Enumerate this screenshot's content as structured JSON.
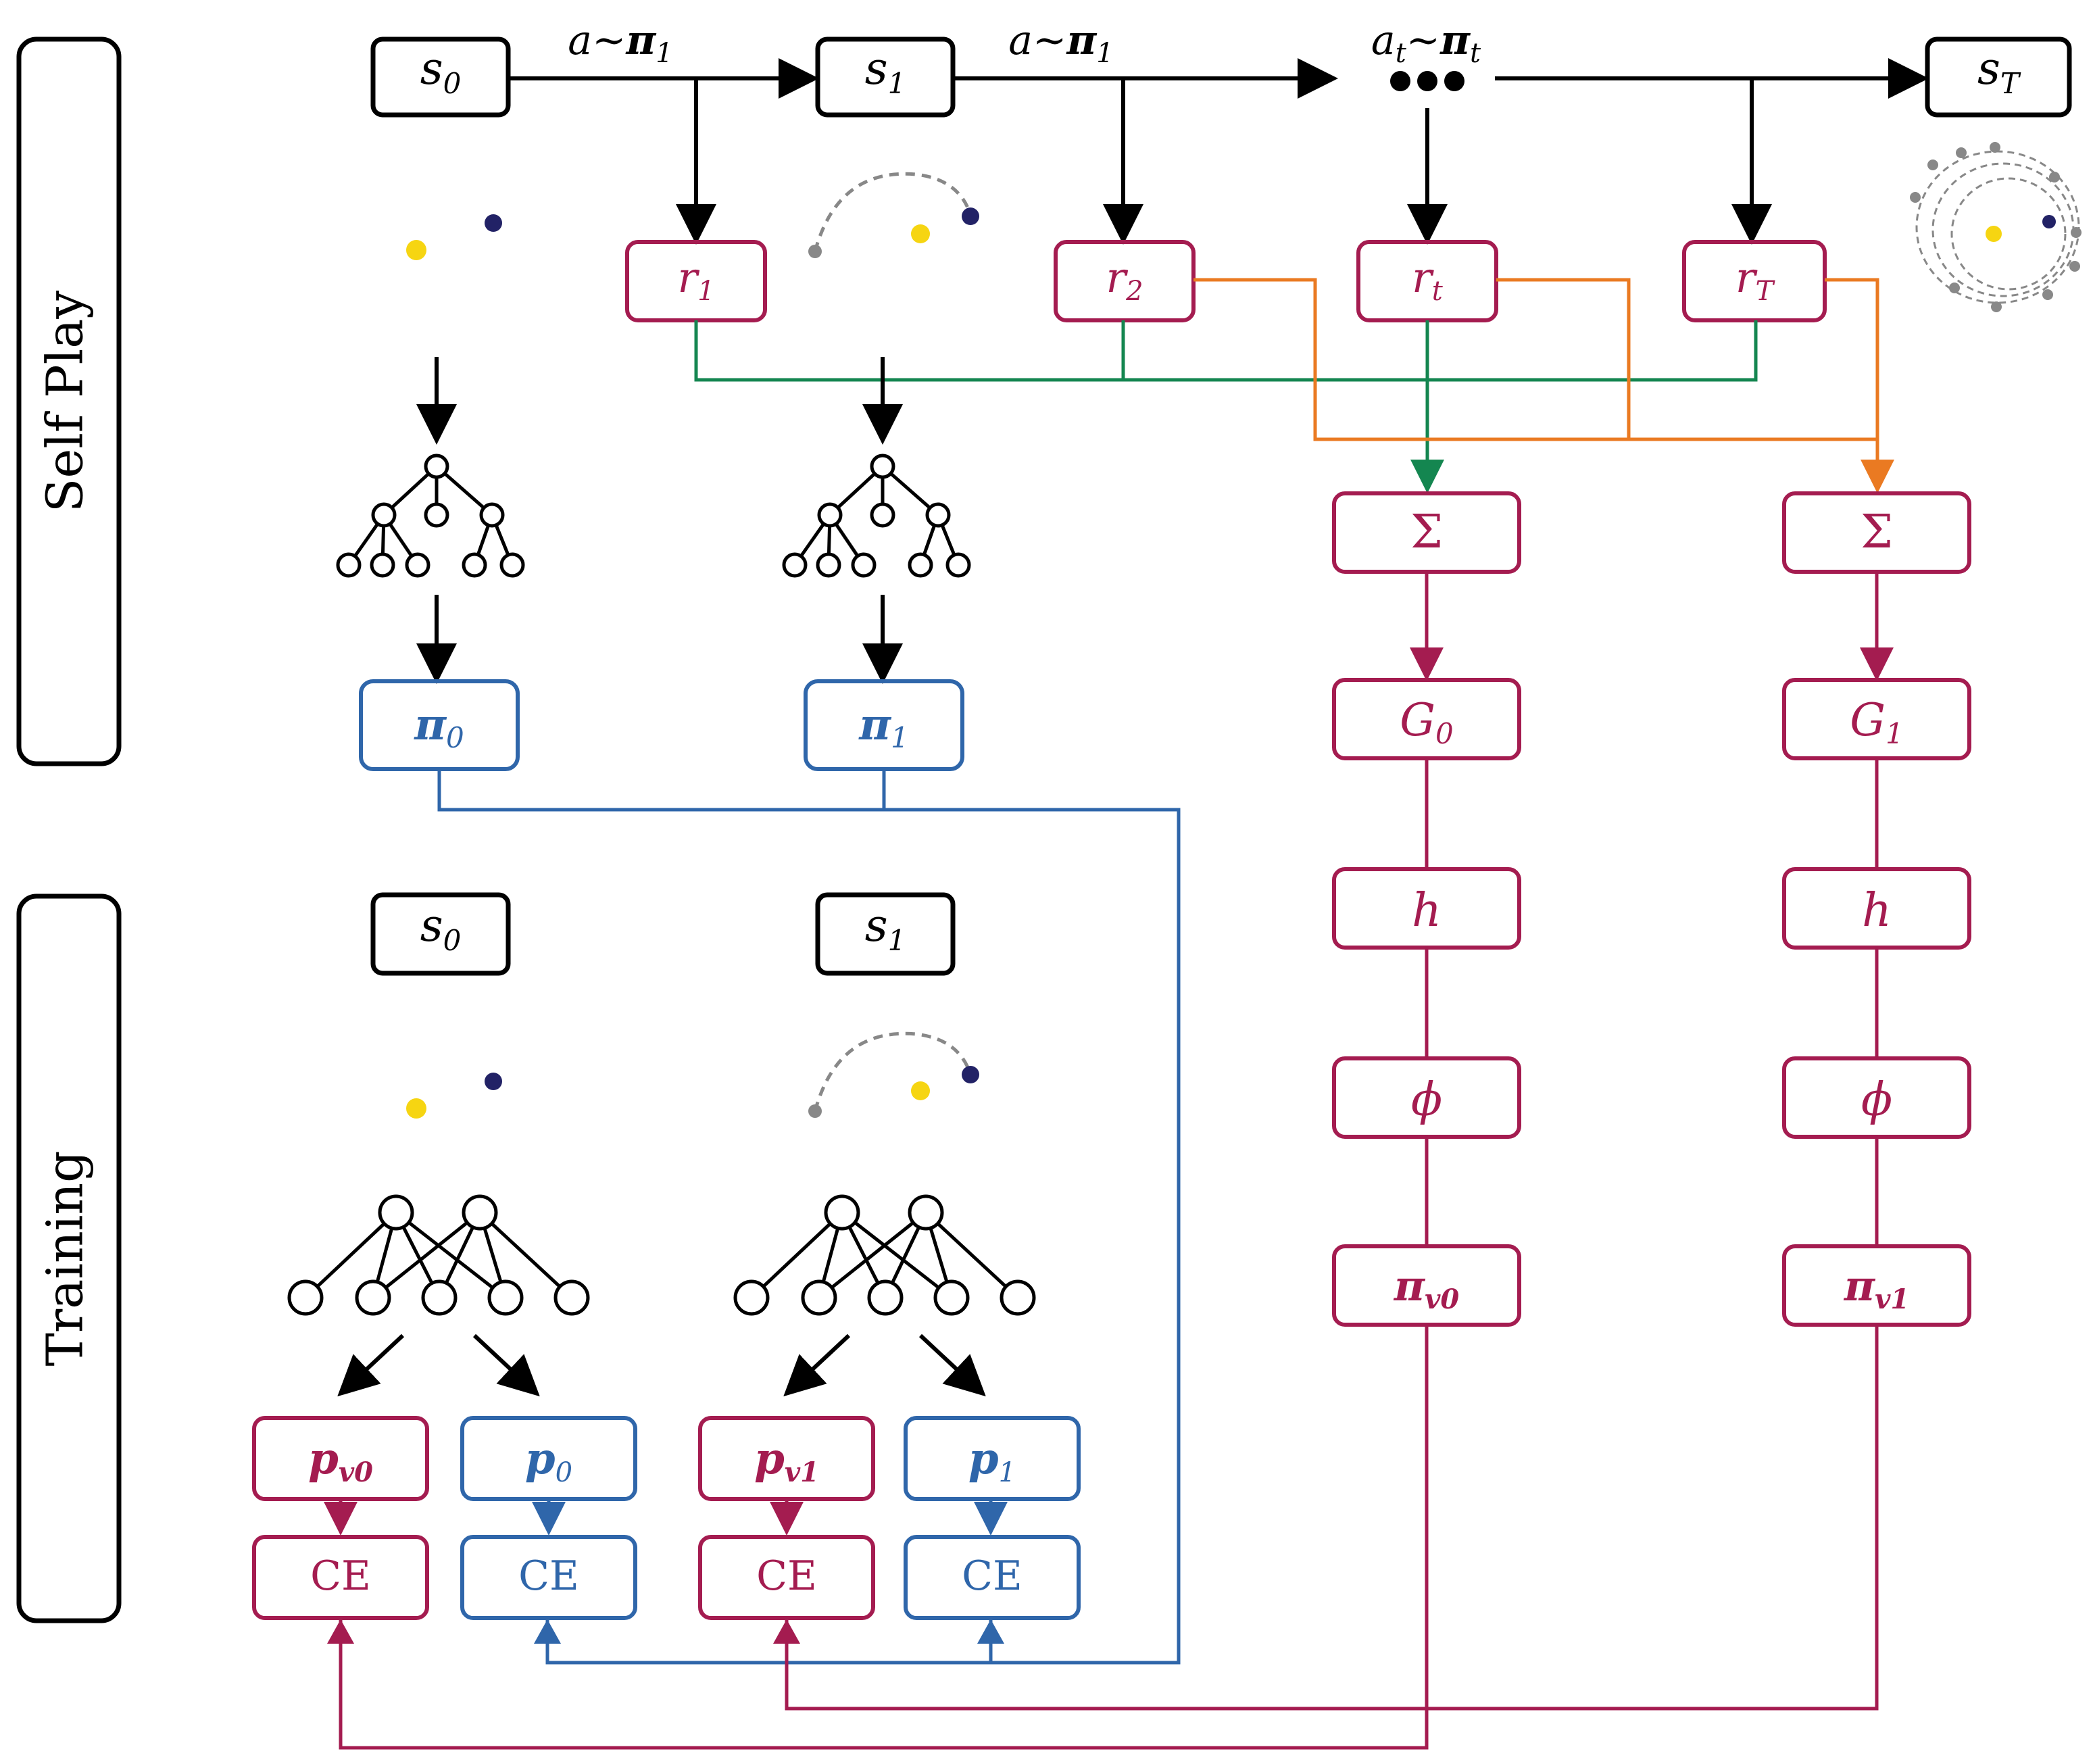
{
  "sections": {
    "self_play": "Self Play",
    "training": "Training"
  },
  "states": {
    "s0": {
      "base": "s",
      "sub": "0"
    },
    "s1": {
      "base": "s",
      "sub": "1"
    },
    "sT": {
      "base": "s",
      "sub": "T"
    }
  },
  "actions": {
    "a1": {
      "a": "a",
      "tilde": "~",
      "pi": "π",
      "sub": "1"
    },
    "a2": {
      "a": "a",
      "tilde": "~",
      "pi": "π",
      "sub": "1"
    },
    "at": {
      "a": "a",
      "asub": "t",
      "tilde": "~",
      "pi": "π",
      "sub": "t"
    }
  },
  "rewards": {
    "r1": {
      "base": "r",
      "sub": "1"
    },
    "r2": {
      "base": "r",
      "sub": "2"
    },
    "rt": {
      "base": "r",
      "sub": "t"
    },
    "rT": {
      "base": "r",
      "sub": "T"
    }
  },
  "policies": {
    "pi0": {
      "base": "π",
      "sub": "0"
    },
    "pi1": {
      "base": "π",
      "sub": "1"
    }
  },
  "value_chain": [
    {
      "sum": "Σ",
      "G": {
        "base": "G",
        "sub": "0"
      },
      "h": "h",
      "phi": "ϕ",
      "piv": {
        "base": "π",
        "sub": "v0"
      }
    },
    {
      "sum": "Σ",
      "G": {
        "base": "G",
        "sub": "1"
      },
      "h": "h",
      "phi": "ϕ",
      "piv": {
        "base": "π",
        "sub": "v1"
      }
    }
  ],
  "training_outputs": {
    "pv0": {
      "base": "p",
      "sub": "v0"
    },
    "p0": {
      "base": "p",
      "sub": "0"
    },
    "pv1": {
      "base": "p",
      "sub": "v1"
    },
    "p1": {
      "base": "p",
      "sub": "1"
    }
  },
  "loss_labels": [
    "CE",
    "CE",
    "CE",
    "CE"
  ],
  "colors": {
    "black": "#000000",
    "crimson": "#A41C50",
    "blue": "#2F66AA",
    "green": "#148650",
    "orange": "#EA7A22",
    "yellow": "#F6D512",
    "navy": "#222266",
    "gray": "#888888"
  }
}
